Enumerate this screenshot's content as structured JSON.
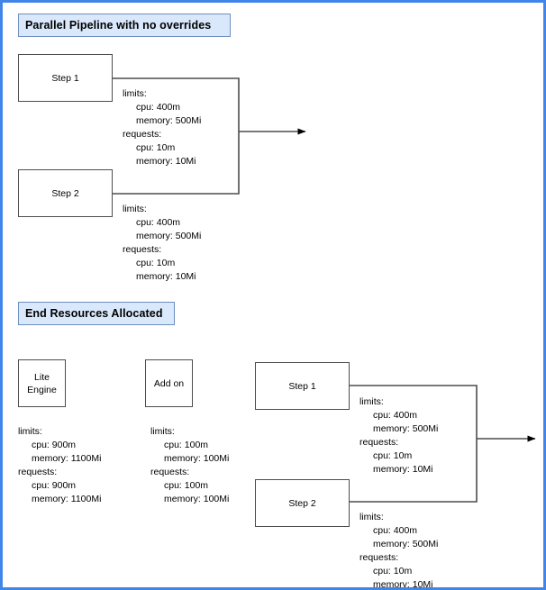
{
  "page": {
    "border_color": "#4285e8",
    "background": "#ffffff"
  },
  "sections": [
    {
      "id": "parallel-pipeline",
      "title": "Parallel Pipeline with no overrides",
      "badge_fill": "#dae8fc",
      "badge_stroke": "#6c8ebf"
    },
    {
      "id": "end-resources",
      "title": "End Resources Allocated",
      "badge_fill": "#dae8fc",
      "badge_stroke": "#6c8ebf"
    }
  ],
  "top_section": {
    "step1": {
      "label": "Step 1"
    },
    "step2": {
      "label": "Step 2"
    },
    "step1_resources": {
      "limits_label": "limits:",
      "limits_cpu": "cpu: 400m",
      "limits_memory": "memory: 500Mi",
      "requests_label": "requests:",
      "requests_cpu": "cpu: 10m",
      "requests_memory": "memory: 10Mi"
    },
    "step2_resources": {
      "limits_label": "limits:",
      "limits_cpu": "cpu: 400m",
      "limits_memory": "memory: 500Mi",
      "requests_label": "requests:",
      "requests_cpu": "cpu: 10m",
      "requests_memory": "memory: 10Mi"
    }
  },
  "bottom_section": {
    "lite_engine": {
      "label_line1": "Lite",
      "label_line2": "Engine"
    },
    "lite_engine_resources": {
      "limits_label": "limits:",
      "limits_cpu": "cpu: 900m",
      "limits_memory": "memory: 1100Mi",
      "requests_label": "requests:",
      "requests_cpu": "cpu: 900m",
      "requests_memory": "memory: 1100Mi"
    },
    "add_on": {
      "label": "Add on"
    },
    "add_on_resources": {
      "limits_label": "limits:",
      "limits_cpu": "cpu: 100m",
      "limits_memory": "memory: 100Mi",
      "requests_label": "requests:",
      "requests_cpu": "cpu: 100m",
      "requests_memory": "memory: 100Mi"
    },
    "step1": {
      "label": "Step 1"
    },
    "step2": {
      "label": "Step 2"
    },
    "step1_resources": {
      "limits_label": "limits:",
      "limits_cpu": "cpu: 400m",
      "limits_memory": "memory: 500Mi",
      "requests_label": "requests:",
      "requests_cpu": "cpu: 10m",
      "requests_memory": "memory: 10Mi"
    },
    "step2_resources": {
      "limits_label": "limits:",
      "limits_cpu": "cpu: 400m",
      "limits_memory": "memory: 500Mi",
      "requests_label": "requests:",
      "requests_cpu": "cpu: 10m",
      "requests_memory": "memory: 10Mi"
    }
  }
}
